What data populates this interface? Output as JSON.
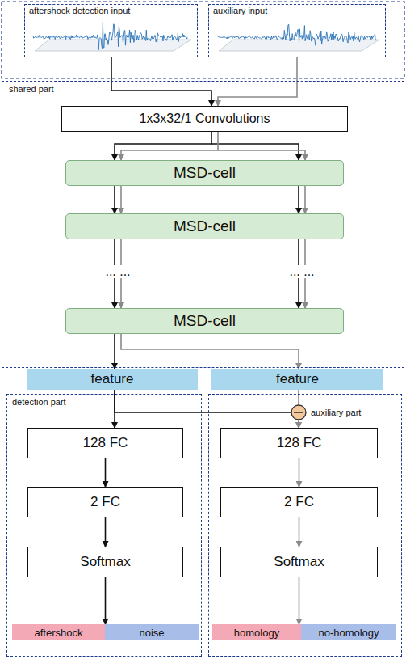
{
  "diagram": {
    "nodes": [
      {
        "text": [
          "aftershock detection input"
        ]
      },
      {
        "text": [
          "auxiliary input"
        ]
      },
      {
        "text": [
          "shared part"
        ]
      },
      {
        "text": [
          "1x3x32/1 Convolutions"
        ],
        "in": 2
      },
      {
        "text": [
          "MSD-cell"
        ],
        "in": 2
      },
      {
        "text": [
          "MSD-cell"
        ],
        "in": 2
      },
      {
        "text": [
          "MSD-cell"
        ],
        "in": 2
      },
      {
        "text": [
          "feature"
        ]
      },
      {
        "text": [
          "feature"
        ]
      },
      {
        "text": [
          "detection part"
        ]
      },
      {
        "text": [
          "128 FC"
        ],
        "in": 9
      },
      {
        "text": [
          "2 FC"
        ],
        "in": 9
      },
      {
        "text": [
          "Softmax"
        ],
        "in": 9
      },
      {
        "text": [
          "aftershock"
        ],
        "in": 9
      },
      {
        "text": [
          "noise"
        ],
        "in": 9
      },
      {
        "text": [
          "auxiliary part"
        ]
      },
      {
        "text": [
          "128 FC"
        ],
        "in": 15
      },
      {
        "text": [
          "2 FC"
        ],
        "in": 15
      },
      {
        "text": [
          "Softmax"
        ],
        "in": 15
      },
      {
        "text": [
          "homology"
        ],
        "in": 15
      },
      {
        "text": [
          "no-homology"
        ],
        "in": 15
      }
    ],
    "edges": [
      {
        "from": 0,
        "to": 3,
        "arrow": "to"
      },
      {
        "from": 1,
        "to": 3,
        "arrow": "to"
      },
      {
        "from": 3,
        "to": 4,
        "arrow": "to"
      },
      {
        "from": 4,
        "to": 5,
        "arrow": "to"
      },
      {
        "from": 5,
        "to": 6,
        "arrow": "to"
      },
      {
        "from": 6,
        "to": 7,
        "arrow": "to"
      },
      {
        "from": 6,
        "to": 8,
        "arrow": "to"
      },
      {
        "from": 7,
        "to": 10,
        "arrow": "to"
      },
      {
        "from": 7,
        "to": 16,
        "arrow": "to"
      },
      {
        "from": 8,
        "to": 16,
        "arrow": "to"
      },
      {
        "from": 10,
        "to": 11,
        "arrow": "to"
      },
      {
        "from": 11,
        "to": 12,
        "arrow": "to"
      },
      {
        "from": 12,
        "to": 13,
        "arrow": "to"
      },
      {
        "from": 16,
        "to": 17,
        "arrow": "to"
      },
      {
        "from": 17,
        "to": 18,
        "arrow": "to"
      },
      {
        "from": 18,
        "to": 19,
        "arrow": "to"
      }
    ],
    "labels": [
      "... ...",
      "... ..."
    ]
  }
}
